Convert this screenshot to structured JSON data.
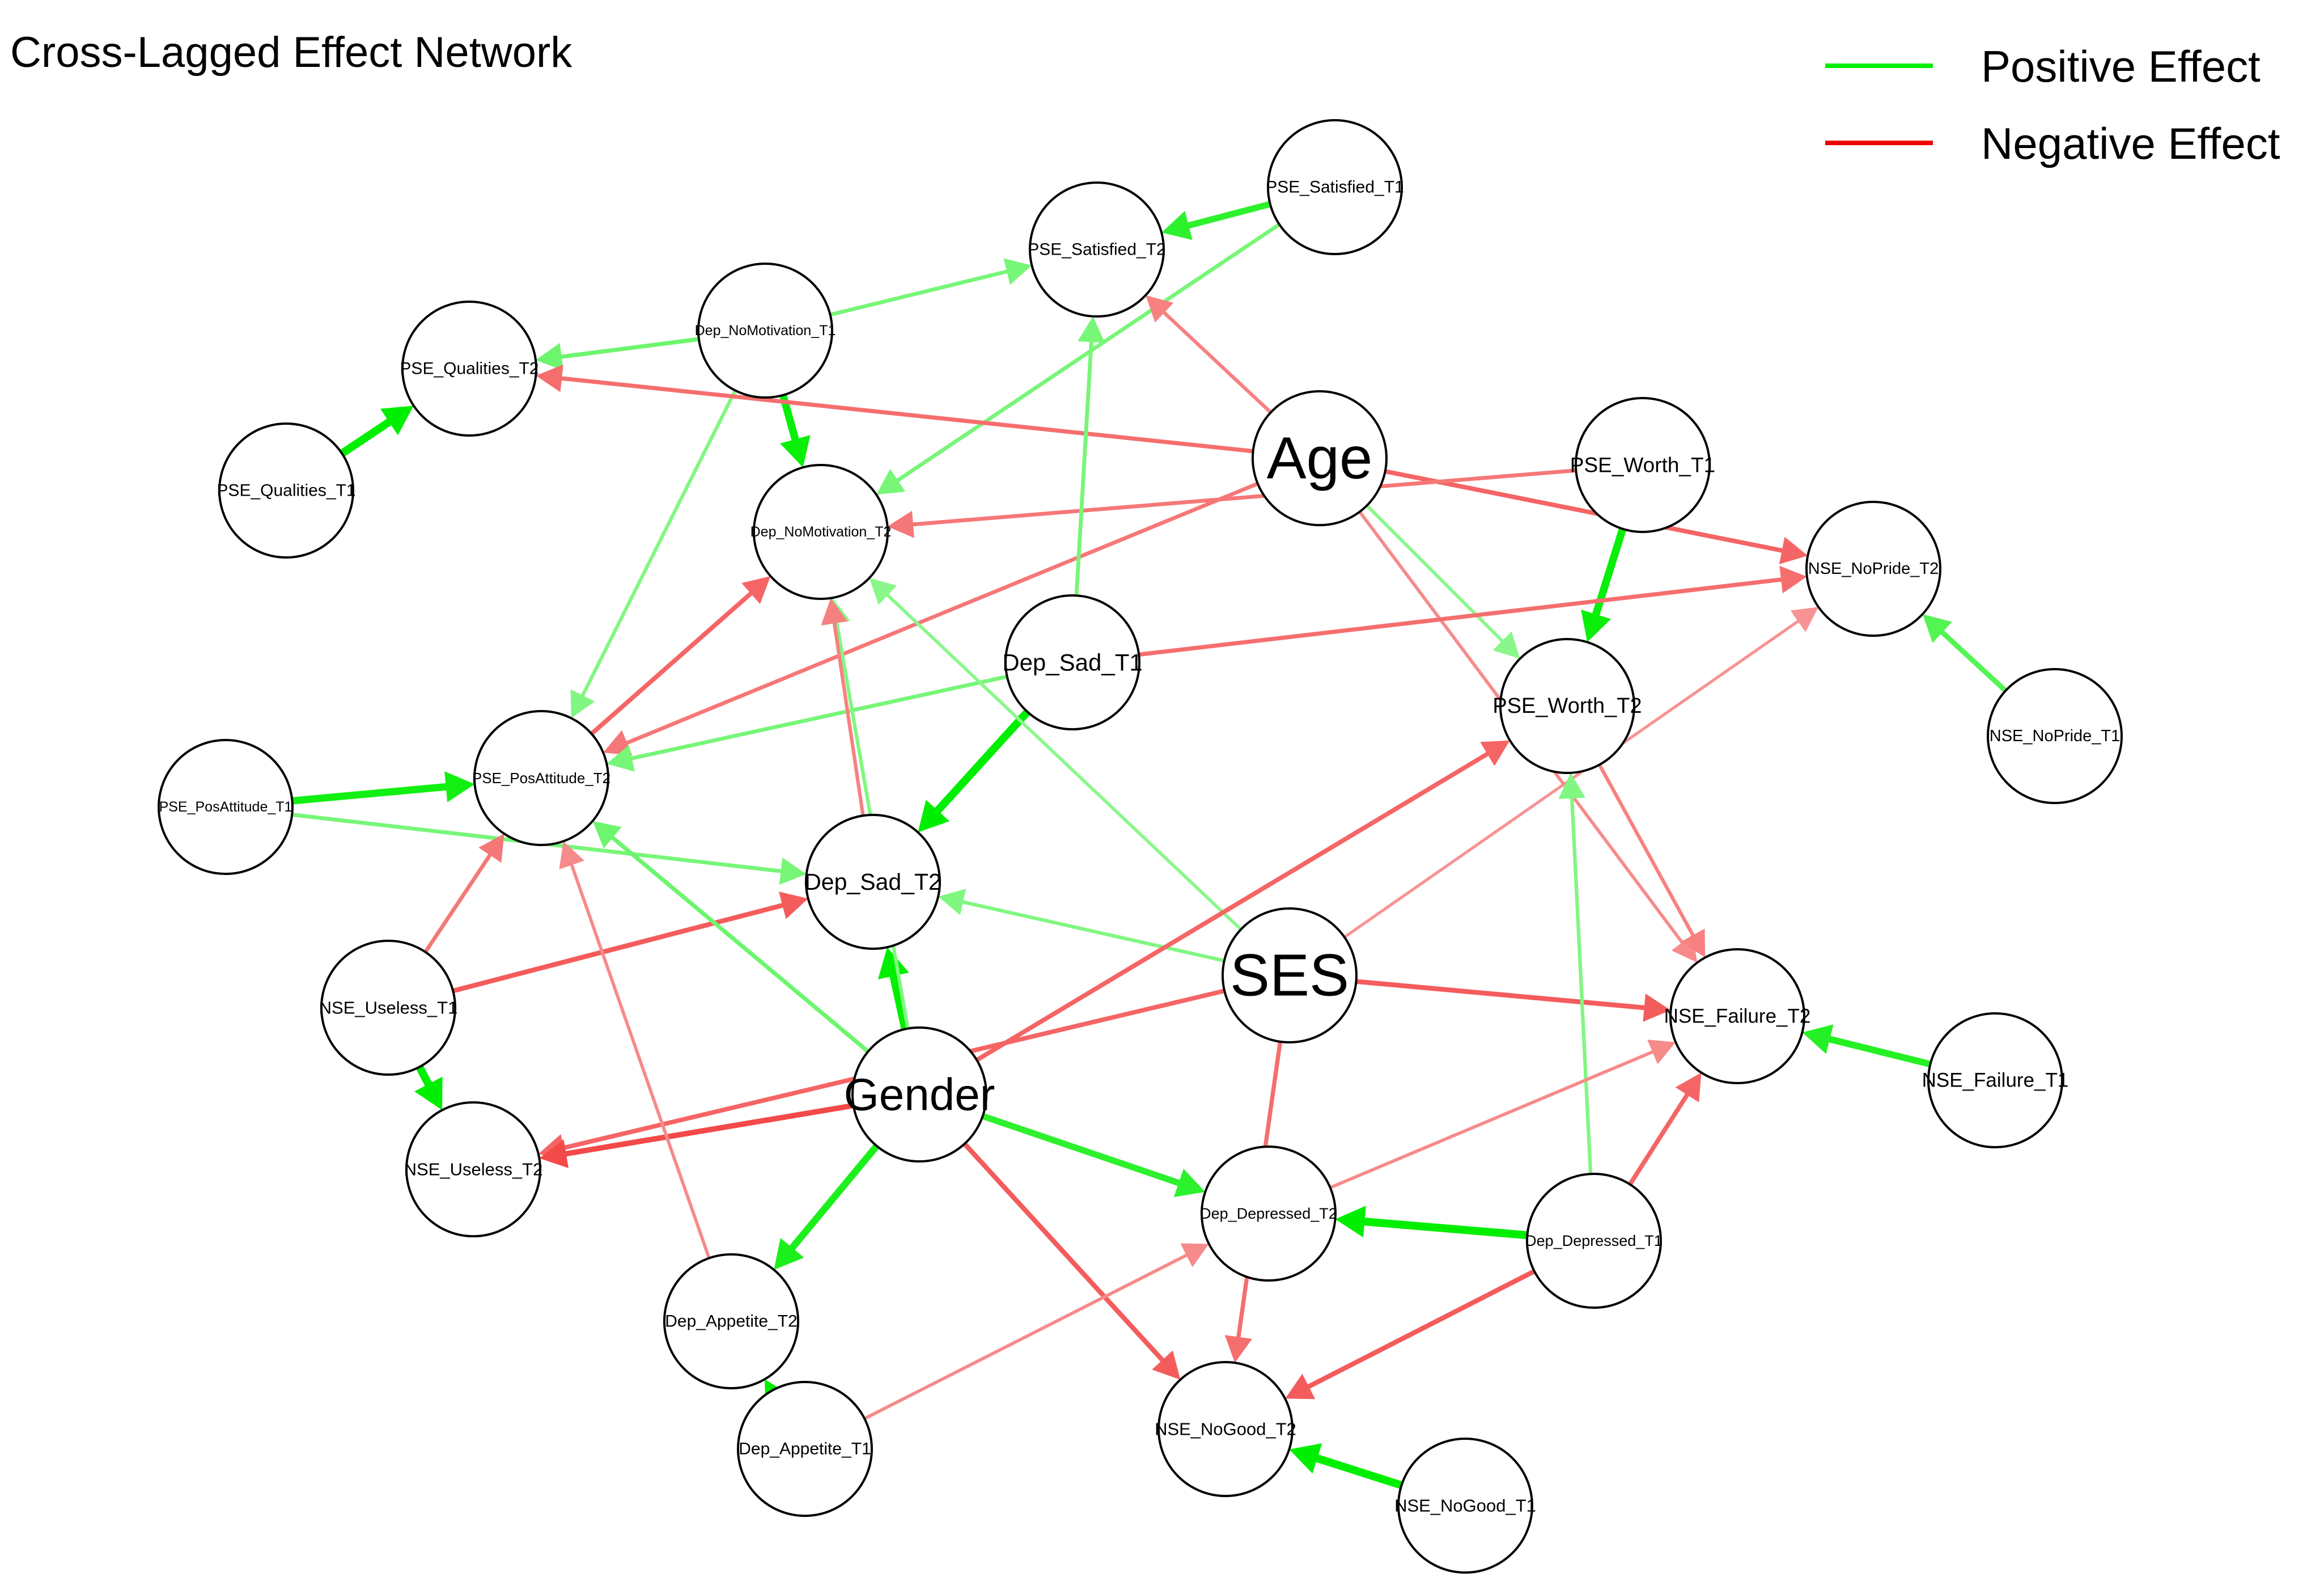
{
  "title": "Cross-Lagged Effect Network",
  "legend": [
    {
      "label": "Positive Effect",
      "color": "#00ee00"
    },
    {
      "label": "Negative Effect",
      "color": "#ee0000"
    }
  ],
  "colors": {
    "positive": "#00ee00",
    "negative": "#ee0000",
    "node_stroke": "#000000",
    "node_fill": "#ffffff"
  },
  "nodes": [
    {
      "id": "PSE_Satisfied_T1",
      "label": "PSE_Satisfied_T1"
    },
    {
      "id": "PSE_Satisfied_T2",
      "label": "PSE_Satisfied_T2"
    },
    {
      "id": "Dep_NoMotivation_T1",
      "label": "Dep_NoMotivation_T1"
    },
    {
      "id": "PSE_Qualities_T2",
      "label": "PSE_Qualities_T2"
    },
    {
      "id": "PSE_Qualities_T1",
      "label": "PSE_Qualities_T1"
    },
    {
      "id": "Dep_NoMotivation_T2",
      "label": "Dep_NoMotivation_T2"
    },
    {
      "id": "Age",
      "label": "Age"
    },
    {
      "id": "PSE_Worth_T1",
      "label": "PSE_Worth_T1"
    },
    {
      "id": "NSE_NoPride_T2",
      "label": "NSE_NoPride_T2"
    },
    {
      "id": "NSE_NoPride_T1",
      "label": "NSE_NoPride_T1"
    },
    {
      "id": "Dep_Sad_T1",
      "label": "Dep_Sad_T1"
    },
    {
      "id": "PSE_Worth_T2",
      "label": "PSE_Worth_T2"
    },
    {
      "id": "PSE_PosAttitude_T1",
      "label": "PSE_PosAttitude_T1"
    },
    {
      "id": "PSE_PosAttitude_T2",
      "label": "PSE_PosAttitude_T2"
    },
    {
      "id": "Dep_Sad_T2",
      "label": "Dep_Sad_T2"
    },
    {
      "id": "SES",
      "label": "SES"
    },
    {
      "id": "NSE_Failure_T2",
      "label": "NSE_Failure_T2"
    },
    {
      "id": "NSE_Failure_T1",
      "label": "NSE_Failure_T1"
    },
    {
      "id": "NSE_Useless_T1",
      "label": "NSE_Useless_T1"
    },
    {
      "id": "NSE_Useless_T2",
      "label": "NSE_Useless_T2"
    },
    {
      "id": "Gender",
      "label": "Gender"
    },
    {
      "id": "Dep_Depressed_T2",
      "label": "Dep_Depressed_T2"
    },
    {
      "id": "Dep_Depressed_T1",
      "label": "Dep_Depressed_T1"
    },
    {
      "id": "Dep_Appetite_T2",
      "label": "Dep_Appetite_T2"
    },
    {
      "id": "Dep_Appetite_T1",
      "label": "Dep_Appetite_T1"
    },
    {
      "id": "NSE_NoGood_T2",
      "label": "NSE_NoGood_T2"
    },
    {
      "id": "NSE_NoGood_T1",
      "label": "NSE_NoGood_T1"
    }
  ],
  "edges": [
    {
      "from": "PSE_Satisfied_T1",
      "to": "PSE_Satisfied_T2",
      "sign": "positive",
      "strength": 0.75
    },
    {
      "from": "PSE_Satisfied_T1",
      "to": "Dep_NoMotivation_T2",
      "sign": "positive",
      "strength": 0.35
    },
    {
      "from": "Dep_NoMotivation_T1",
      "to": "PSE_Satisfied_T2",
      "sign": "positive",
      "strength": 0.35
    },
    {
      "from": "Dep_NoMotivation_T1",
      "to": "PSE_Qualities_T2",
      "sign": "positive",
      "strength": 0.4
    },
    {
      "from": "Dep_NoMotivation_T1",
      "to": "Dep_NoMotivation_T2",
      "sign": "positive",
      "strength": 0.95
    },
    {
      "from": "Dep_NoMotivation_T1",
      "to": "PSE_PosAttitude_T2",
      "sign": "positive",
      "strength": 0.3
    },
    {
      "from": "PSE_Qualities_T1",
      "to": "PSE_Qualities_T2",
      "sign": "positive",
      "strength": 1.0
    },
    {
      "from": "Age",
      "to": "PSE_Qualities_T2",
      "sign": "negative",
      "strength": 0.4
    },
    {
      "from": "Age",
      "to": "PSE_Satisfied_T2",
      "sign": "negative",
      "strength": 0.3
    },
    {
      "from": "Age",
      "to": "NSE_NoPride_T2",
      "sign": "negative",
      "strength": 0.45
    },
    {
      "from": "Age",
      "to": "PSE_Worth_T2",
      "sign": "positive",
      "strength": 0.25
    },
    {
      "from": "Age",
      "to": "NSE_Failure_T2",
      "sign": "negative",
      "strength": 0.25
    },
    {
      "from": "Age",
      "to": "PSE_PosAttitude_T2",
      "sign": "negative",
      "strength": 0.35
    },
    {
      "from": "PSE_Worth_T1",
      "to": "Dep_NoMotivation_T2",
      "sign": "negative",
      "strength": 0.35
    },
    {
      "from": "PSE_Worth_T1",
      "to": "PSE_Worth_T2",
      "sign": "positive",
      "strength": 0.95
    },
    {
      "from": "NSE_NoPride_T1",
      "to": "NSE_NoPride_T2",
      "sign": "positive",
      "strength": 0.55
    },
    {
      "from": "Dep_Sad_T1",
      "to": "PSE_Satisfied_T2",
      "sign": "positive",
      "strength": 0.35
    },
    {
      "from": "Dep_Sad_T1",
      "to": "NSE_NoPride_T2",
      "sign": "negative",
      "strength": 0.4
    },
    {
      "from": "Dep_Sad_T1",
      "to": "PSE_PosAttitude_T2",
      "sign": "positive",
      "strength": 0.35
    },
    {
      "from": "Dep_Sad_T1",
      "to": "Dep_Sad_T2",
      "sign": "positive",
      "strength": 1.0
    },
    {
      "from": "PSE_PosAttitude_T1",
      "to": "PSE_PosAttitude_T2",
      "sign": "positive",
      "strength": 0.9
    },
    {
      "from": "PSE_PosAttitude_T1",
      "to": "Dep_Sad_T2",
      "sign": "positive",
      "strength": 0.35
    },
    {
      "from": "SES",
      "to": "Dep_Sad_T2",
      "sign": "positive",
      "strength": 0.3
    },
    {
      "from": "SES",
      "to": "Dep_NoMotivation_T2",
      "sign": "positive",
      "strength": 0.25
    },
    {
      "from": "SES",
      "to": "NSE_NoPride_T2",
      "sign": "negative",
      "strength": 0.2
    },
    {
      "from": "SES",
      "to": "NSE_Failure_T2",
      "sign": "negative",
      "strength": 0.5
    },
    {
      "from": "SES",
      "to": "NSE_Useless_T2",
      "sign": "negative",
      "strength": 0.45
    },
    {
      "from": "SES",
      "to": "NSE_NoGood_T2",
      "sign": "negative",
      "strength": 0.4
    },
    {
      "from": "NSE_Failure_T1",
      "to": "NSE_Failure_T2",
      "sign": "positive",
      "strength": 0.8
    },
    {
      "from": "NSE_Useless_T1",
      "to": "NSE_Useless_T2",
      "sign": "positive",
      "strength": 1.0
    },
    {
      "from": "NSE_Useless_T1",
      "to": "Dep_Sad_T2",
      "sign": "negative",
      "strength": 0.5
    },
    {
      "from": "NSE_Useless_T1",
      "to": "PSE_PosAttitude_T2",
      "sign": "negative",
      "strength": 0.35
    },
    {
      "from": "Gender",
      "to": "Dep_Sad_T2",
      "sign": "positive",
      "strength": 1.0
    },
    {
      "from": "Gender",
      "to": "PSE_PosAttitude_T2",
      "sign": "positive",
      "strength": 0.4
    },
    {
      "from": "Gender",
      "to": "Dep_Appetite_T2",
      "sign": "positive",
      "strength": 0.85
    },
    {
      "from": "Gender",
      "to": "Dep_Depressed_T2",
      "sign": "positive",
      "strength": 0.75
    },
    {
      "from": "Gender",
      "to": "NSE_Useless_T2",
      "sign": "negative",
      "strength": 0.6
    },
    {
      "from": "Gender",
      "to": "NSE_NoGood_T2",
      "sign": "negative",
      "strength": 0.5
    },
    {
      "from": "Gender",
      "to": "PSE_Worth_T2",
      "sign": "negative",
      "strength": 0.45
    },
    {
      "from": "Gender",
      "to": "Dep_NoMotivation_T2",
      "sign": "positive",
      "strength": 0.3
    },
    {
      "from": "Dep_Sad_T2",
      "to": "Dep_NoMotivation_T2",
      "sign": "negative",
      "strength": 0.3
    },
    {
      "from": "Dep_Depressed_T1",
      "to": "Dep_Depressed_T2",
      "sign": "positive",
      "strength": 1.0
    },
    {
      "from": "Dep_Depressed_T1",
      "to": "PSE_Worth_T2",
      "sign": "positive",
      "strength": 0.3
    },
    {
      "from": "Dep_Depressed_T1",
      "to": "NSE_Failure_T2",
      "sign": "negative",
      "strength": 0.45
    },
    {
      "from": "Dep_Depressed_T1",
      "to": "NSE_NoGood_T2",
      "sign": "negative",
      "strength": 0.5
    },
    {
      "from": "Dep_Depressed_T2",
      "to": "NSE_Failure_T2",
      "sign": "negative",
      "strength": 0.25
    },
    {
      "from": "Dep_Appetite_T1",
      "to": "Dep_Appetite_T2",
      "sign": "positive",
      "strength": 1.0
    },
    {
      "from": "Dep_Appetite_T1",
      "to": "Dep_Depressed_T2",
      "sign": "negative",
      "strength": 0.25
    },
    {
      "from": "Dep_Appetite_T2",
      "to": "PSE_PosAttitude_T2",
      "sign": "negative",
      "strength": 0.25
    },
    {
      "from": "NSE_NoGood_T1",
      "to": "NSE_NoGood_T2",
      "sign": "positive",
      "strength": 1.0
    },
    {
      "from": "PSE_PosAttitude_T2",
      "to": "Dep_NoMotivation_T2",
      "sign": "negative",
      "strength": 0.45
    },
    {
      "from": "PSE_Worth_T2",
      "to": "NSE_Failure_T2",
      "sign": "negative",
      "strength": 0.3
    }
  ]
}
